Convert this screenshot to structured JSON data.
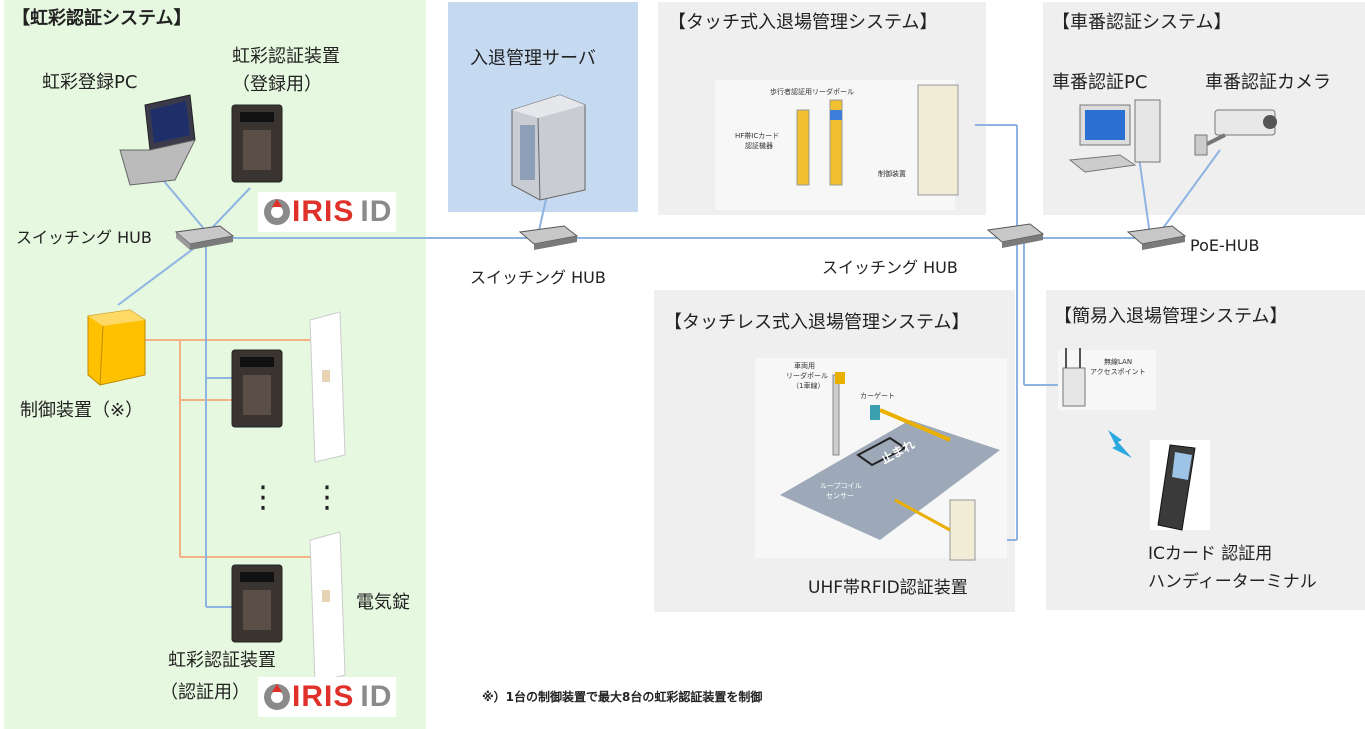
{
  "iris_system": {
    "title": "【虹彩認証システム】",
    "pc_label": "虹彩登録PC",
    "reg_device_label_1": "虹彩認証装置",
    "reg_device_label_2": "（登録用）",
    "switch_label": "スイッチング HUB",
    "controller_label": "制御装置（※）",
    "lock_label": "電気錠",
    "auth_device_label_1": "虹彩認証装置",
    "auth_device_label_2": "（認証用）",
    "logo_text_1": "IRIS",
    "logo_text_2": "ID",
    "dots": "⋮"
  },
  "server": {
    "title": "入退管理サーバ"
  },
  "center_hub_label": "スイッチング HUB",
  "touch_system": {
    "title": "【タッチ式入退場管理システム】",
    "pole_label": "歩行者認証用リーダポール",
    "hf_label_1": "HF帯ICカード",
    "hf_label_2": "認証機器",
    "controller_label": "制御装置",
    "hub_label": "スイッチング HUB"
  },
  "plate_system": {
    "title": "【車番認証システム】",
    "pc_label": "車番認証PC",
    "camera_label": "車番認証カメラ",
    "hub_label": "PoE-HUB"
  },
  "touchless_system": {
    "title": "【タッチレス式入退場管理システム】",
    "pole_label_1": "車両用",
    "pole_label_2": "リーダポール",
    "pole_label_3": "（1車線）",
    "gate_label": "カーゲート",
    "stop_text": "止まれ",
    "loop_label_1": "ループコイル",
    "loop_label_2": "センサー",
    "device_label": "UHF帯RFID認証装置"
  },
  "simple_system": {
    "title": "【簡易入退場管理システム】",
    "ap_label_1": "無線LAN",
    "ap_label_2": "アクセスポイント",
    "terminal_label_1": "ICカード 認証用",
    "terminal_label_2": "ハンディーターミナル"
  },
  "footnote": "※）1台の制御装置で最大8台の虹彩認証装置を制御",
  "colors": {
    "iris_bg": "#e6f8e0",
    "server_bg": "#c5d9f1",
    "panel_bg": "#efefef",
    "lan_line": "#8eb4e3",
    "control_line": "#f4b183",
    "controller_box": "#ffc000",
    "logo_red": "#e0302a"
  }
}
